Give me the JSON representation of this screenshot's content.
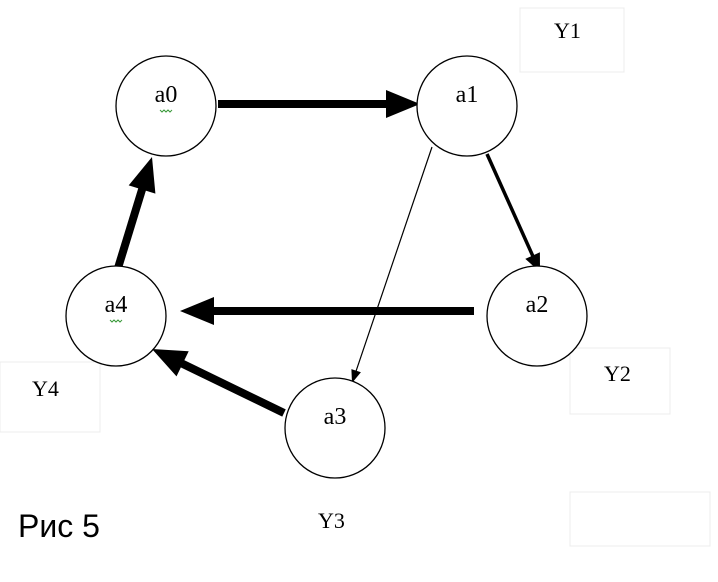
{
  "diagram": {
    "caption": "Рис 5",
    "nodes": [
      {
        "id": "a0",
        "label": "a0"
      },
      {
        "id": "a1",
        "label": "a1"
      },
      {
        "id": "a2",
        "label": "a2"
      },
      {
        "id": "a3",
        "label": "a3"
      },
      {
        "id": "a4",
        "label": "a4"
      }
    ],
    "outputs": [
      {
        "id": "Y1",
        "label": "Y1"
      },
      {
        "id": "Y2",
        "label": "Y2"
      },
      {
        "id": "Y3",
        "label": "Y3"
      },
      {
        "id": "Y4",
        "label": "Y4"
      }
    ],
    "edges": [
      {
        "from": "a0",
        "to": "a1",
        "weight": "thick"
      },
      {
        "from": "a1",
        "to": "a2",
        "weight": "medium"
      },
      {
        "from": "a1",
        "to": "a3",
        "weight": "thin"
      },
      {
        "from": "a2",
        "to": "a4",
        "weight": "thick"
      },
      {
        "from": "a3",
        "to": "a4",
        "weight": "thick"
      },
      {
        "from": "a4",
        "to": "a0",
        "weight": "thick"
      }
    ],
    "colors": {
      "stroke": "#000000",
      "background": "#ffffff",
      "spellcheck_underline": "#3a9a3a"
    }
  }
}
